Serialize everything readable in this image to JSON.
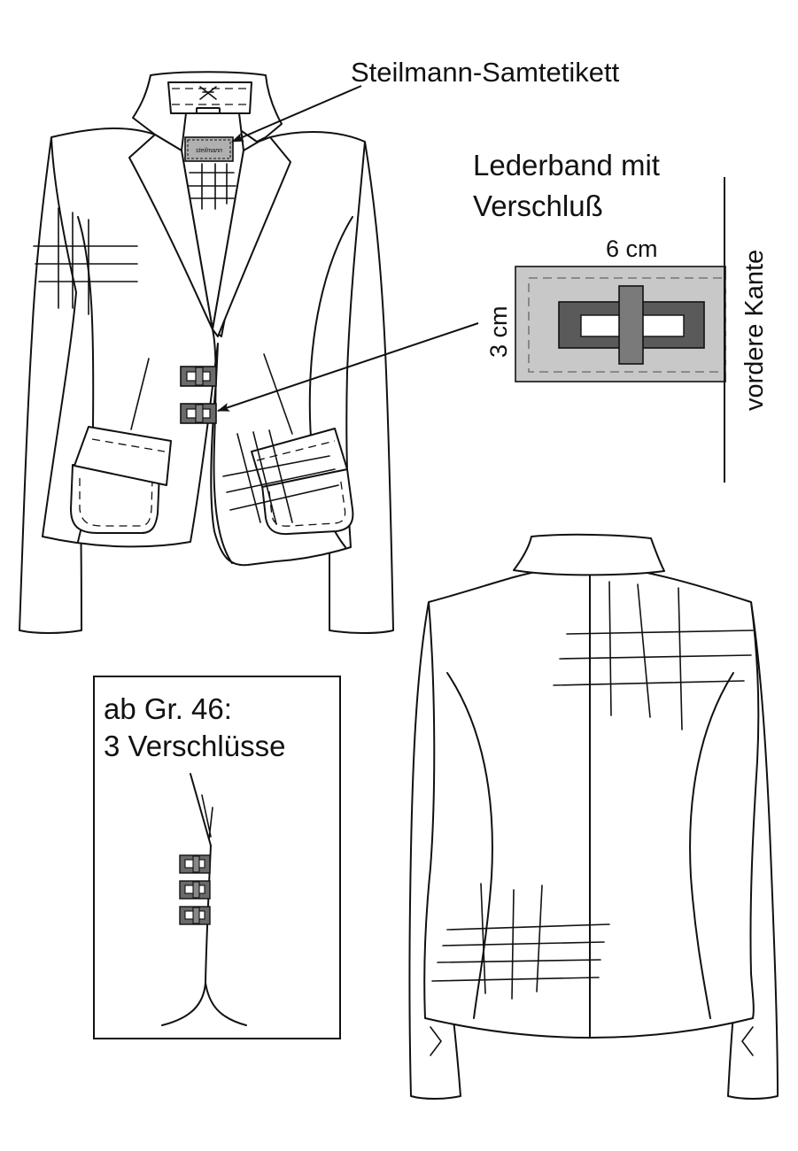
{
  "labels": {
    "velvet_label": "Steilmann-Samtetikett",
    "leather_strap_line1": "Lederband mit",
    "leather_strap_line2": "Verschluß",
    "width": "6 cm",
    "height": "3 cm",
    "front_edge": "vordere Kante",
    "size_note_line1": "ab Gr. 46:",
    "size_note_line2": "3 Verschlüsse",
    "tag_script": "steilmann"
  },
  "colors": {
    "ink": "#111111",
    "strap_light": "#c8c8c8",
    "strap_mid": "#7a7a7a",
    "strap_dark": "#5a5a5a",
    "tag_fill": "#b0b0b0"
  },
  "icons": {
    "closure": "toggle-clasp-icon",
    "hanger_loop": "hanger-icon"
  }
}
